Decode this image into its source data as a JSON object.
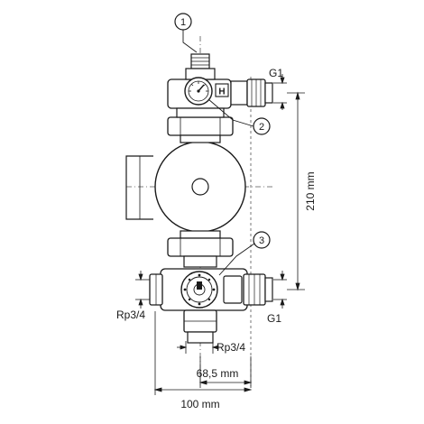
{
  "callouts": {
    "c1": "1",
    "c2": "2",
    "c3": "3"
  },
  "dimensions": {
    "g1_top": "G1",
    "g1_bottom": "G1",
    "rp_left": "Rp3/4",
    "rp_bottom": "Rp3/4",
    "height": "210 mm",
    "width_inner": "68,5 mm",
    "width_outer": "100 mm"
  },
  "gauge_indicator": "H"
}
